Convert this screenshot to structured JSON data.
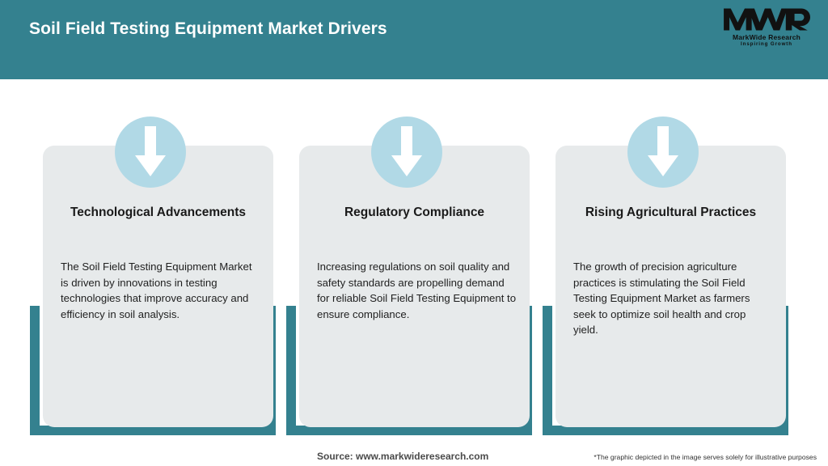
{
  "header": {
    "title": "Soil Field Testing Equipment Market Drivers",
    "band_color": "#34818f",
    "title_color": "#ffffff"
  },
  "logo": {
    "mark": "MWR",
    "name": "MarkWide Research",
    "tagline": "Inspiring Growth"
  },
  "theme": {
    "accent": "#34818f",
    "panel": "#e7eaeb",
    "icon_circle": "#b1d9e6",
    "arrow": "#ffffff",
    "title_text": "#1a1a1a",
    "body_text": "#1f1f1f"
  },
  "cards": [
    {
      "icon": "arrow-down-icon",
      "title": "Technological Advancements",
      "body": "The Soil Field Testing Equipment Market is driven by innovations in testing technologies that improve accuracy and efficiency in soil analysis."
    },
    {
      "icon": "arrow-down-icon",
      "title": "Regulatory Compliance",
      "body": "Increasing regulations on soil quality and safety standards are propelling demand for reliable Soil Field Testing Equipment to ensure compliance."
    },
    {
      "icon": "arrow-down-icon",
      "title": "Rising Agricultural Practices",
      "body": "The growth of precision agriculture practices is stimulating the Soil Field Testing Equipment Market as farmers seek to optimize soil health and crop yield."
    }
  ],
  "footer": {
    "source": "Source: www.markwideresearch.com",
    "note": "*The graphic depicted in the image serves solely for illustrative purposes"
  }
}
